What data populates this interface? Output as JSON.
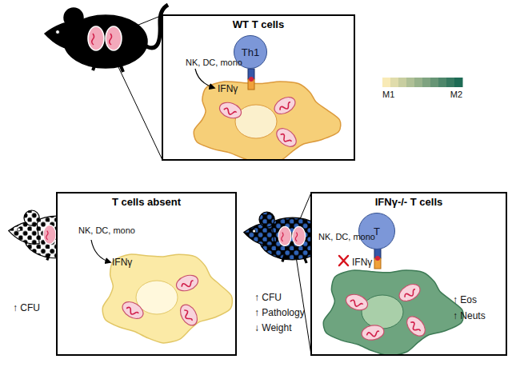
{
  "diagram": {
    "nodes": [
      {
        "text": [
          "WT T cells"
        ]
      },
      {
        "text": [
          "Th1"
        ],
        "in": 0
      },
      {
        "text": [
          "T cells absent"
        ]
      },
      {
        "text": [
          "IFNγ-/- T cells"
        ]
      },
      {
        "text": [
          "T"
        ],
        "in": 3
      }
    ],
    "labels": [
      "NK, DC, mono",
      "IFNγ",
      "NK, DC, mono",
      "IFNγ",
      "↑ CFU",
      "NK, DC, mono",
      "IFNγ",
      "↑ CFU",
      "↑ Pathology",
      "↓ Weight",
      "↑ Eos",
      "↑ Neuts"
    ],
    "legend": [
      {
        "text": "M1",
        "color": "#f8eab6"
      },
      {
        "text": "M2",
        "color": "#1e6b55"
      }
    ]
  }
}
